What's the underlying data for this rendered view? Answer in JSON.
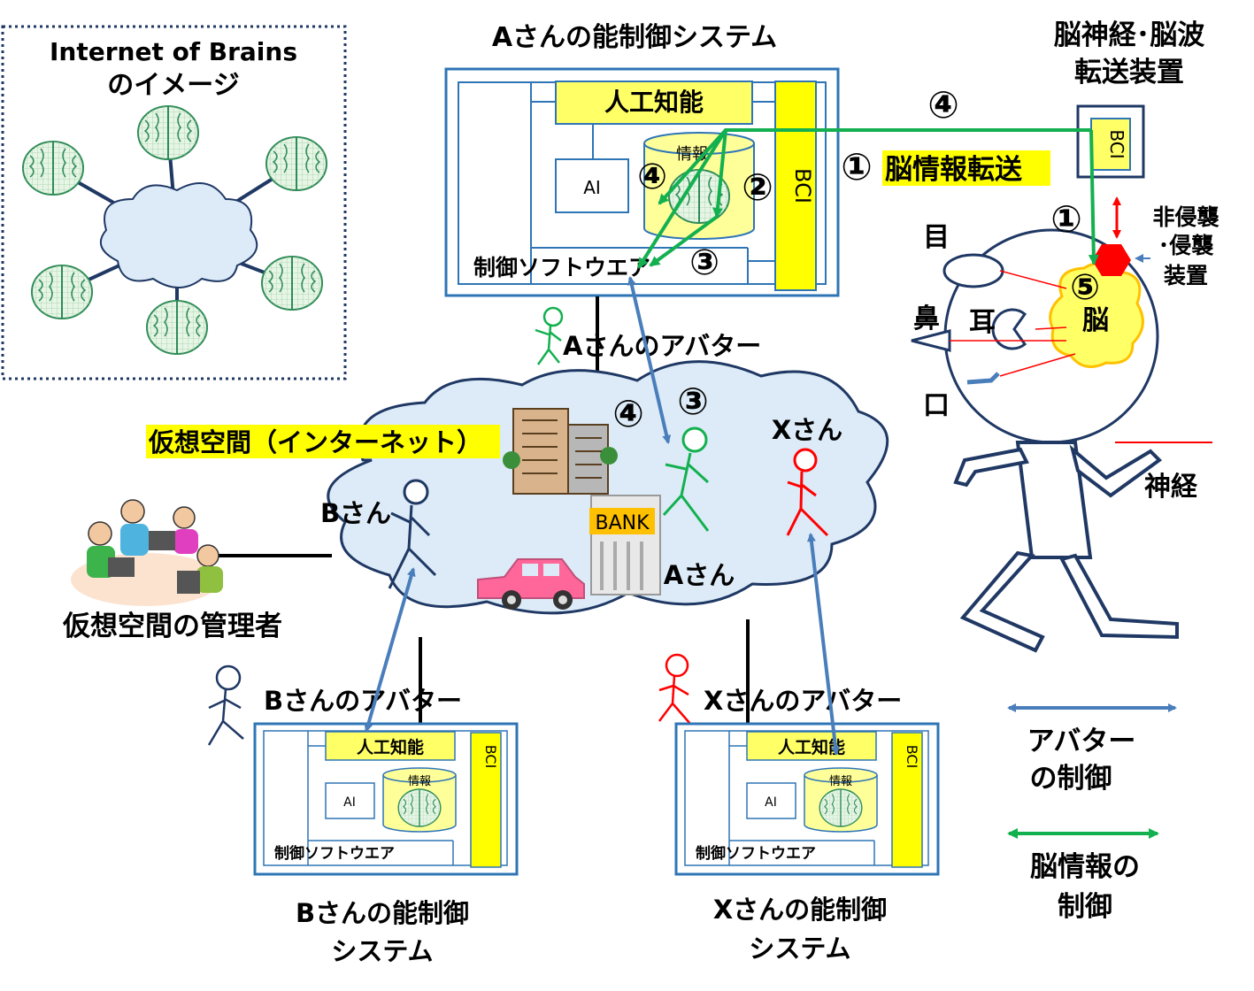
{
  "iob": {
    "title_line1": "Internet of Brains",
    "title_line2": "のイメージ"
  },
  "system_a": {
    "title": "Aさんの能制御システム",
    "ai_label": "人工知能",
    "ai_box": "AI",
    "info": "情報",
    "software": "制御ソフトウエア",
    "bci": "BCI"
  },
  "system_b": {
    "title_line1": "Bさんの能制御",
    "title_line2": "システム",
    "ai_label": "人工知能",
    "ai_box": "AI",
    "info": "情報",
    "software": "制御ソフトウエア",
    "bci": "BCI"
  },
  "system_x": {
    "title_line1": "Xさんの能制御",
    "title_line2": "システム",
    "ai_label": "人工知能",
    "ai_box": "AI",
    "info": "情報",
    "software": "制御ソフトウエア",
    "bci": "BCI"
  },
  "device": {
    "title_line1": "脳神経･脳波",
    "title_line2": "転送装置",
    "bci": "BCI",
    "invasive_line1": "非侵襲",
    "invasive_line2": "･侵襲",
    "invasive_line3": "装置"
  },
  "person": {
    "eye": "目",
    "nose": "鼻",
    "ear": "耳",
    "mouth": "口",
    "brain": "脳",
    "nerve": "神経"
  },
  "virtual": {
    "label": "仮想空間（インターネット）",
    "bank": "BANK",
    "person_a": "Aさん",
    "person_b": "Bさん",
    "person_x": "Xさん",
    "admin": "仮想空間の管理者"
  },
  "avatars": {
    "a": "Aさんのアバター",
    "b": "Bさんのアバター",
    "x": "Xさんのアバター"
  },
  "steps": {
    "s1": "①",
    "s2": "②",
    "s3": "③",
    "s4": "④",
    "s5": "⑤",
    "transfer": "脳情報転送"
  },
  "legend": {
    "avatar_line1": "アバター",
    "avatar_line2": "の制御",
    "brain_line1": "脳情報の",
    "brain_line2": "制御"
  },
  "colors": {
    "blue_arrow": "#4a7ebb",
    "green_arrow": "#13b04f",
    "yellow": "#ffff66",
    "cloud": "#dcebf7",
    "red": "#ff0000"
  }
}
